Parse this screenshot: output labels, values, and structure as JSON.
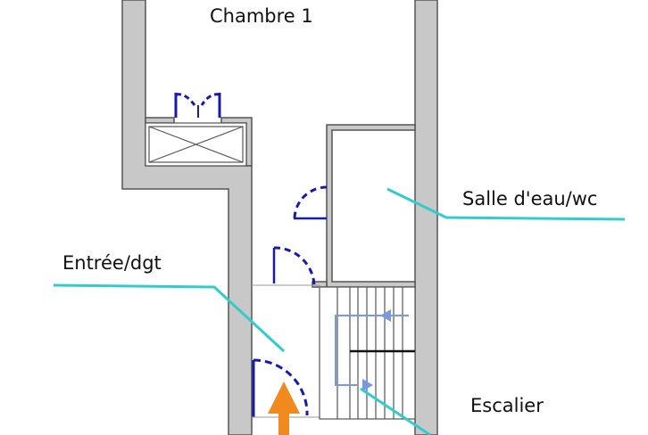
{
  "labels": {
    "chambre": "Chambre 1",
    "salle_eau": "Salle d'eau/wc",
    "entree": "Entrée/dgt",
    "escalier": "Escalier"
  },
  "colors": {
    "wall_fill": "#c8c8c8",
    "wall_line": "#555555",
    "leader": "#33cccc",
    "door": "#1a1aa8",
    "stair_arrow": "#7799dd",
    "entry_arrow": "#f08a1e"
  },
  "icons": {
    "entry_arrow": "arrow-up-icon",
    "stair_arrow": "stair-direction-icon"
  }
}
